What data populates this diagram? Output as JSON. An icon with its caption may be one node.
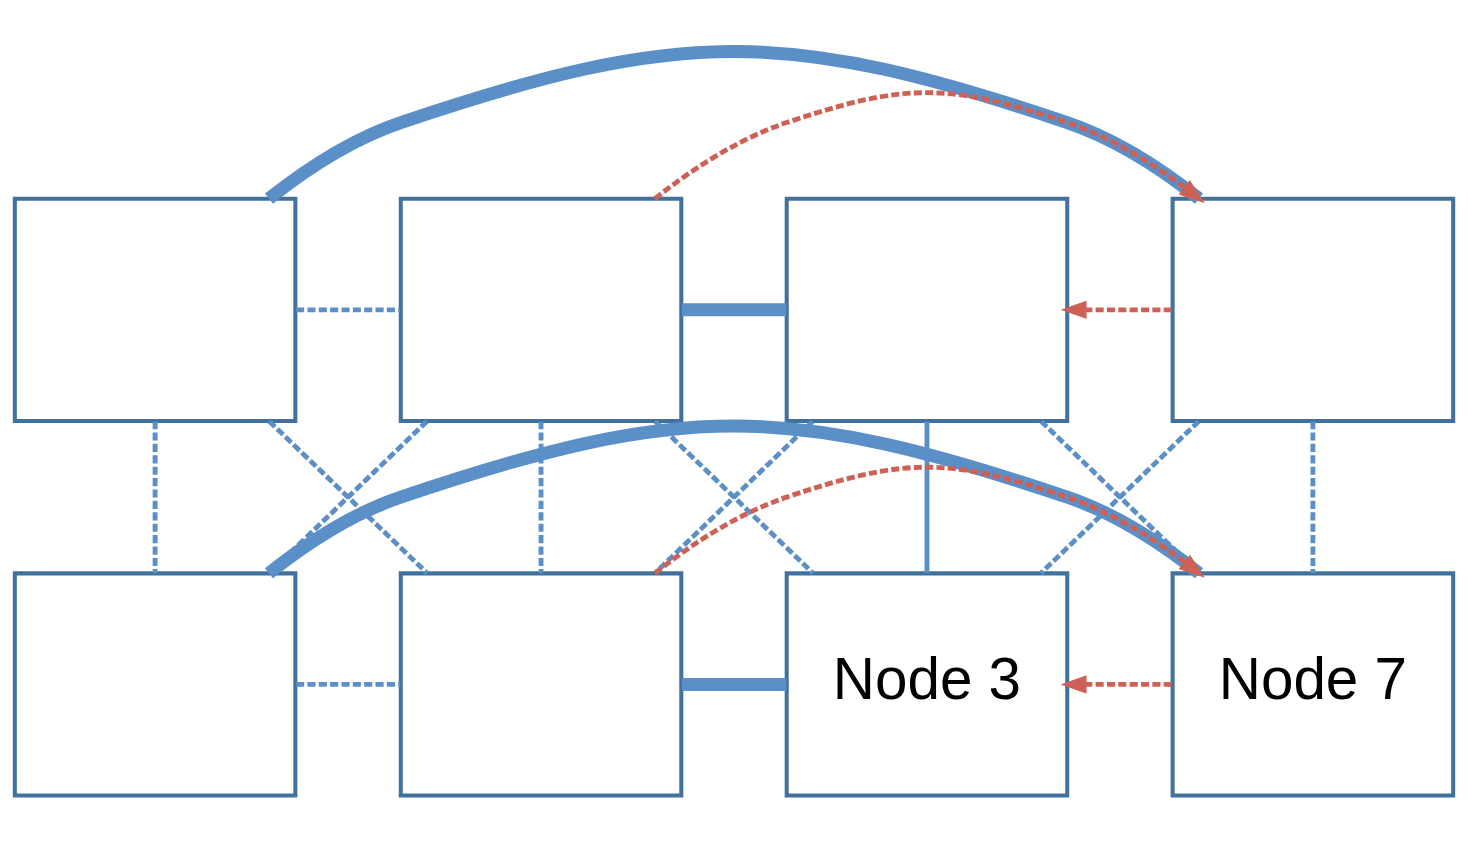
{
  "diagram": {
    "nodes": [
      {
        "text": [],
        "shape": "box"
      },
      {
        "text": [],
        "shape": "box"
      },
      {
        "text": [],
        "shape": "box"
      },
      {
        "text": [],
        "shape": "box"
      },
      {
        "text": [],
        "shape": "box"
      },
      {
        "text": [],
        "shape": "box"
      },
      {
        "text": [
          "Node 3"
        ]
      },
      {
        "text": [
          "Node 7"
        ]
      }
    ],
    "edges": [
      {
        "from": 0,
        "to": 3,
        "arrow": "none",
        "style": "thick"
      },
      {
        "from": 1,
        "to": 3,
        "arrow": "to",
        "style": "dashed",
        "color": "#cd6155"
      },
      {
        "from": 0,
        "to": 1,
        "arrow": "none",
        "style": "dashed"
      },
      {
        "from": 1,
        "to": 2,
        "arrow": "none",
        "style": "thick"
      },
      {
        "from": 3,
        "to": 2,
        "arrow": "to",
        "style": "dashed",
        "color": "#cd6155"
      },
      {
        "from": 0,
        "to": 4,
        "arrow": "none",
        "style": "dashed"
      },
      {
        "from": 0,
        "to": 5,
        "arrow": "none",
        "style": "dashed"
      },
      {
        "from": 1,
        "to": 4,
        "arrow": "none",
        "style": "dashed"
      },
      {
        "from": 1,
        "to": 5,
        "arrow": "none",
        "style": "dashed"
      },
      {
        "from": 1,
        "to": 6,
        "arrow": "none",
        "style": "dashed"
      },
      {
        "from": 2,
        "to": 5,
        "arrow": "none",
        "style": "dashed"
      },
      {
        "from": 2,
        "to": 6,
        "arrow": "none"
      },
      {
        "from": 2,
        "to": 7,
        "arrow": "none",
        "style": "dashed"
      },
      {
        "from": 3,
        "to": 6,
        "arrow": "none",
        "style": "dashed"
      },
      {
        "from": 3,
        "to": 7,
        "arrow": "none",
        "style": "dashed"
      },
      {
        "from": 4,
        "to": 5,
        "arrow": "none",
        "style": "dashed"
      },
      {
        "from": 5,
        "to": 6,
        "arrow": "none",
        "style": "thick"
      },
      {
        "from": 7,
        "to": 6,
        "arrow": "to",
        "style": "dashed",
        "color": "#cd6155"
      },
      {
        "from": 5,
        "to": 7,
        "arrow": "to",
        "style": "dashed",
        "color": "#cd6155"
      },
      {
        "from": 4,
        "to": 7,
        "arrow": "none",
        "style": "thick"
      }
    ]
  }
}
